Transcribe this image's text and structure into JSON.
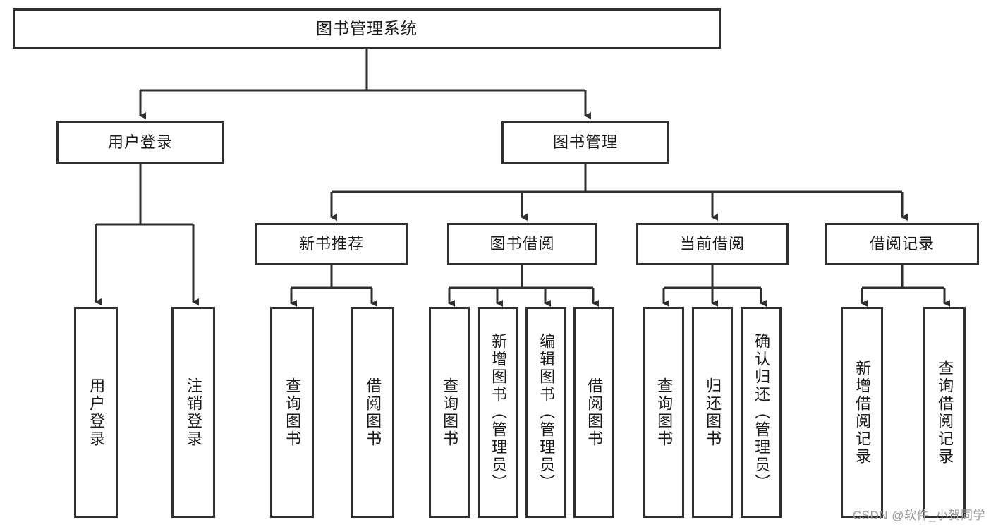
{
  "diagram": {
    "type": "tree-hierarchy",
    "title": "图书管理系统",
    "background_color": "#ffffff",
    "border_color": "#2f2f2f",
    "text_color": "#1a1a1a",
    "watermark": "CSDN @软件_小贺同学"
  },
  "nodes": {
    "root": {
      "label": "图书管理系统"
    },
    "level2": [
      {
        "label": "用户登录"
      },
      {
        "label": "图书管理"
      }
    ],
    "level3": [
      {
        "label": "新书推荐"
      },
      {
        "label": "图书借阅"
      },
      {
        "label": "当前借阅"
      },
      {
        "label": "借阅记录"
      }
    ],
    "leaves": {
      "user_login": [
        {
          "label": "用户登录"
        },
        {
          "label": "注销登录"
        }
      ],
      "new_book_recommend": [
        {
          "label": "查询图书"
        },
        {
          "label": "借阅图书"
        }
      ],
      "book_borrow": [
        {
          "label": "查询图书"
        },
        {
          "label": "新增图书（管理员）"
        },
        {
          "label": "编辑图书（管理员）"
        },
        {
          "label": "借阅图书"
        }
      ],
      "current_borrow": [
        {
          "label": "查询图书"
        },
        {
          "label": "归还图书"
        },
        {
          "label": "确认归还（管理员）"
        }
      ],
      "borrow_record": [
        {
          "label": "新增借阅记录"
        },
        {
          "label": "查询借阅记录"
        }
      ]
    }
  }
}
